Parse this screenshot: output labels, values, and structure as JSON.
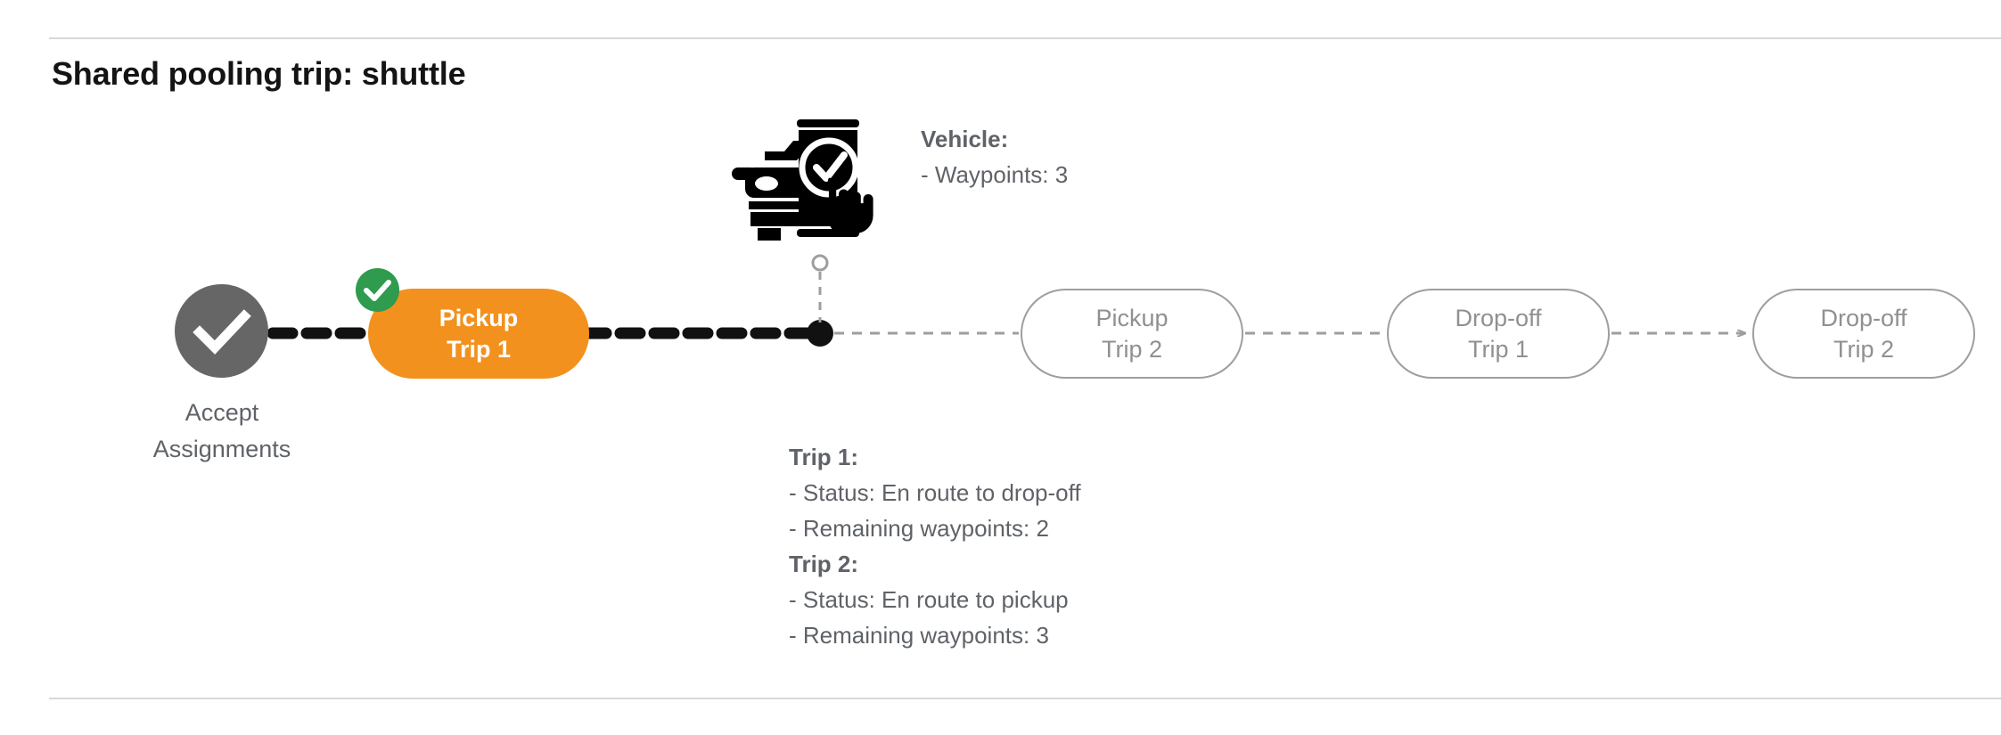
{
  "page": {
    "title": "Shared pooling trip: shuttle"
  },
  "colors": {
    "active_pill": "#F3911E",
    "completed_badge": "#2E9B4E",
    "completed_node": "#666666",
    "upcoming_outline": "#9e9e9e",
    "text_gray": "#5f6368",
    "divider": "#d8d8d8"
  },
  "timeline": {
    "start_node": {
      "icon": "check-circle-icon",
      "label_line1": "Accept",
      "label_line2": "Assignments",
      "state": "completed"
    },
    "nodes": [
      {
        "id": "pickup-trip-1",
        "line1": "Pickup",
        "line2": "Trip 1",
        "state": "completed-active",
        "badge_icon": "check-badge-icon"
      },
      {
        "id": "pickup-trip-2",
        "line1": "Pickup",
        "line2": "Trip 2",
        "state": "upcoming"
      },
      {
        "id": "dropoff-trip-1",
        "line1": "Drop-off",
        "line2": "Trip 1",
        "state": "upcoming"
      },
      {
        "id": "dropoff-trip-2",
        "line1": "Drop-off",
        "line2": "Trip 2",
        "state": "upcoming"
      }
    ]
  },
  "vehicle": {
    "icon": "vehicle-phone-check-icon",
    "marker_icon": "vehicle-position-marker-icon",
    "heading": "Vehicle",
    "heading_suffix": ":",
    "waypoints_line": "- Waypoints: 3"
  },
  "trips": {
    "trip1": {
      "heading": "Trip 1",
      "heading_suffix": ":",
      "status_line": "- Status:  En route to drop-off",
      "waypoints_line": "- Remaining waypoints: 2"
    },
    "trip2": {
      "heading": "Trip 2",
      "heading_suffix": ":",
      "status_line": "- Status:  En route to pickup",
      "waypoints_line": "- Remaining waypoints: 3"
    }
  }
}
